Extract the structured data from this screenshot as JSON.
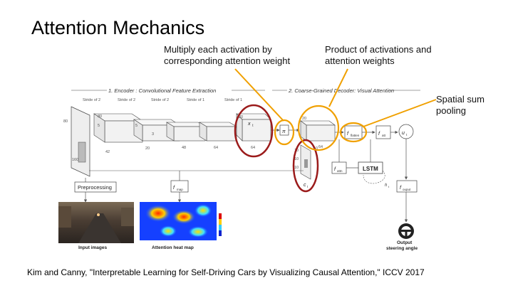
{
  "slide": {
    "title": "Attention Mechanics",
    "note_multiply": "Multiply each activation by corresponding attention weight",
    "note_product": "Product of activations and attention weights",
    "note_spatial": "Spatial sum pooling",
    "citation": "Kim and Canny, \"Interpretable Learning for Self-Driving Cars by Visualizing Causal Attention,\" ICCV 2017"
  },
  "figure": {
    "encoder_title": "1. Encoder : Convolutional Feature Extraction",
    "decoder_title": "2. Coarse-Grained Decoder: Visual Attention",
    "preprocessing": "Preprocessing",
    "input_images": "Input images",
    "heatmap": "Attention heat map",
    "output_title": "Output",
    "output_sub": "steering angle",
    "lstm": "LSTM",
    "x_t": "x",
    "x_sub": "t",
    "pi": "π",
    "f_flatten": "f",
    "f_flatten_sub": "flatten",
    "f_att": "f",
    "f_att_sub": "att",
    "f_attn": "f",
    "f_attn_sub": "attn",
    "f_map": "f",
    "f_map_sub": "map",
    "f_ouput": "f",
    "f_ouput_sub": "ouput",
    "u_t": "u",
    "u_sub": "t",
    "c_t": "c",
    "c_sub": "t",
    "h_t": "h",
    "h_sub": "t",
    "strides": [
      "Stride of 2",
      "Stride of 2",
      "Stride of 2",
      "Stride of 1",
      "Stride of 1"
    ],
    "dims": [
      "80",
      "160",
      "5",
      "80",
      "3",
      "5",
      "42",
      "20",
      "48",
      "64",
      "64",
      "10",
      "20",
      "20",
      "10",
      "10",
      "10",
      "64"
    ]
  },
  "colors": {
    "accent_orange": "#f0a000",
    "attention_red": "#9b1b1b"
  }
}
